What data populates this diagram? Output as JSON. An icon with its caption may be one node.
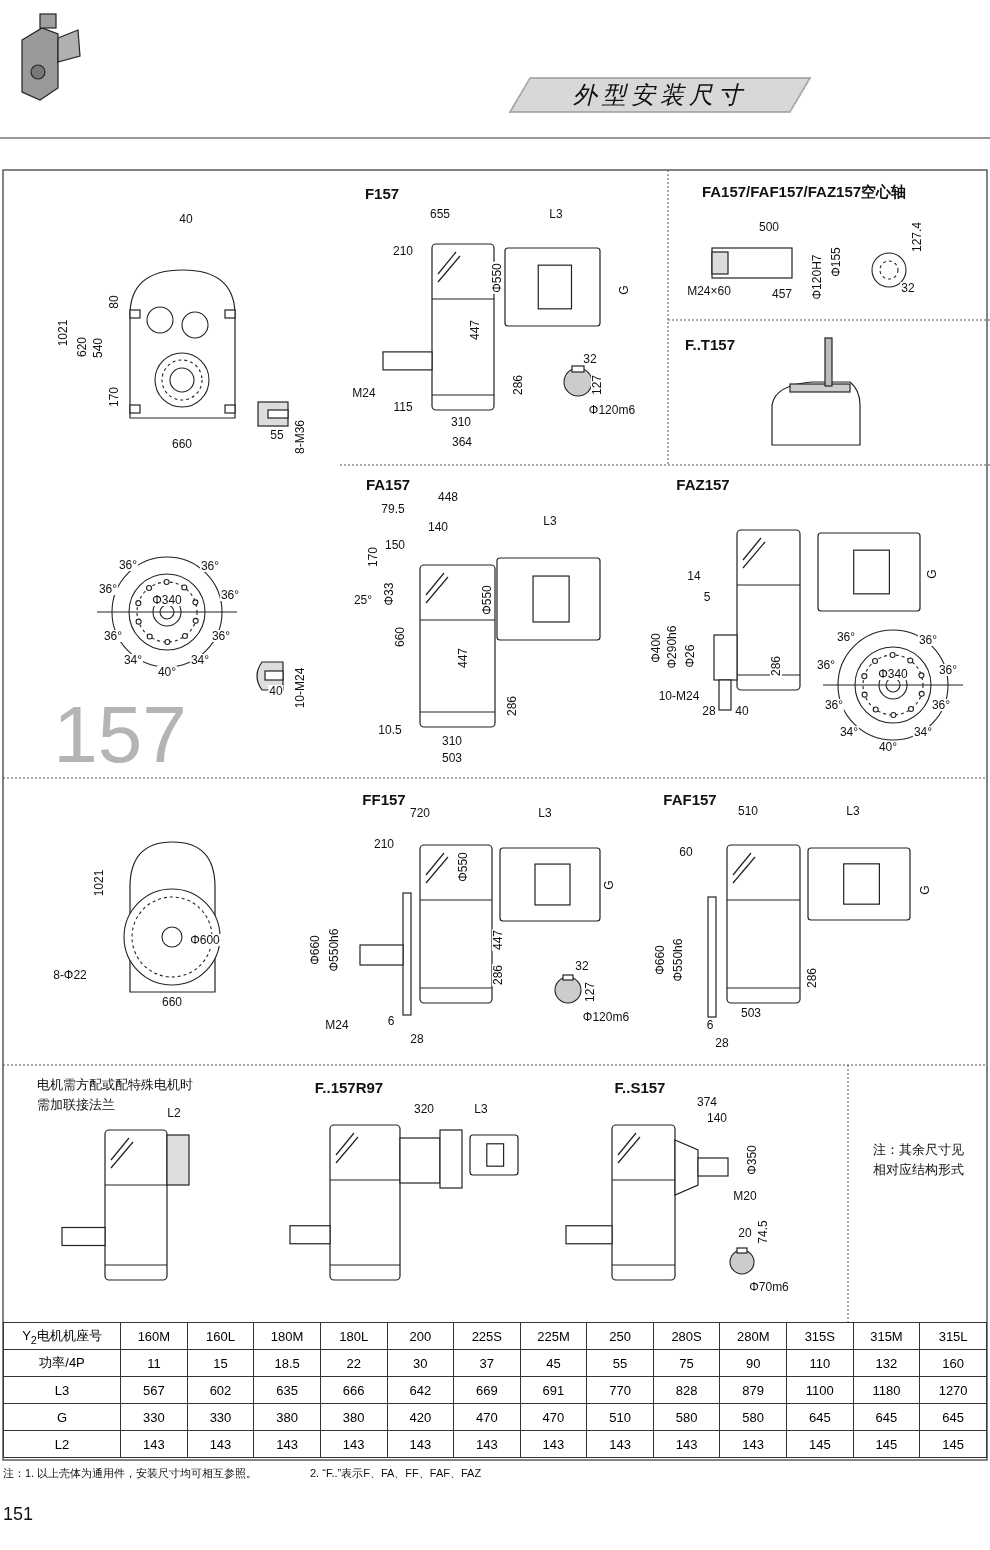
{
  "diagram": {
    "title": "外型安装尺寸",
    "labels": [
      "40",
      "1021",
      "620",
      "540",
      "80",
      "170",
      "660",
      "55",
      "8-M36",
      "F157",
      "655",
      "L3",
      "210",
      "Φ550",
      "G",
      "447",
      "M24",
      "286",
      "115",
      "310",
      "364",
      "32",
      "127",
      "Φ120m6",
      "FA157/FAF157/FAZ157空心轴",
      "500",
      "127.4",
      "Φ155",
      "Φ120H7",
      "M24×60",
      "457",
      "32",
      "F..T157",
      "36°",
      "36°",
      "36°",
      "36°",
      "Φ340",
      "36°",
      "36°",
      "34°",
      "40°",
      "34°",
      "40",
      "10-M24",
      "FA157",
      "448",
      "79.5",
      "140",
      "L3",
      "150",
      "170",
      "25°",
      "Φ33",
      "Φ550",
      "660",
      "447",
      "286",
      "10.5",
      "310",
      "503",
      "FAZ157",
      "14",
      "G",
      "5",
      "Φ400",
      "Φ290h6",
      "Φ26",
      "286",
      "10-M24",
      "28",
      "40",
      "36°",
      "36°",
      "36°",
      "36°",
      "Φ340",
      "36°",
      "36°",
      "34°",
      "40°",
      "34°",
      "157",
      "1021",
      "Φ600",
      "8-Φ22",
      "660",
      "FF157",
      "720",
      "L3",
      "210",
      "Φ550",
      "G",
      "447",
      "Φ660",
      "Φ550h6",
      "286",
      "32",
      "127",
      "Φ120m6",
      "M24",
      "6",
      "28",
      "FAF157",
      "510",
      "L3",
      "60",
      "G",
      "Φ660",
      "Φ550h6",
      "286",
      "503",
      "6",
      "28",
      "电机需方配或配特殊电机时需加联接法兰",
      "L2",
      "F..157R97",
      "320",
      "L3",
      "F..S157",
      "374",
      "140",
      "Φ350",
      "M20",
      "20",
      "74.5",
      "Φ70m6",
      "注：其余尺寸见相对应结构形式",
      "Y$_{2}$电机机座号",
      "160M",
      "160L",
      "180M",
      "180L",
      "200",
      "225S",
      "225M",
      "250",
      "280S",
      "280M",
      "315S",
      "315M",
      "315L",
      "功率/4P",
      "11",
      "15",
      "18.5",
      "22",
      "30",
      "37",
      "45",
      "55",
      "75",
      "90",
      "110",
      "132",
      "160",
      "L3",
      "567",
      "602",
      "635",
      "666",
      "642",
      "669",
      "691",
      "770",
      "828",
      "879",
      "1100",
      "1180",
      "1270",
      "G",
      "330",
      "330",
      "380",
      "380",
      "420",
      "470",
      "470",
      "510",
      "580",
      "580",
      "645",
      "645",
      "645",
      "L2",
      "143",
      "143",
      "143",
      "143",
      "143",
      "143",
      "143",
      "143",
      "143",
      "143",
      "145",
      "145",
      "145",
      "注：1. 以上壳体为通用件，安装尺寸均可相互参照。",
      "2. “F..”表示F、FA、FF、FAF、FAZ",
      "151"
    ]
  }
}
